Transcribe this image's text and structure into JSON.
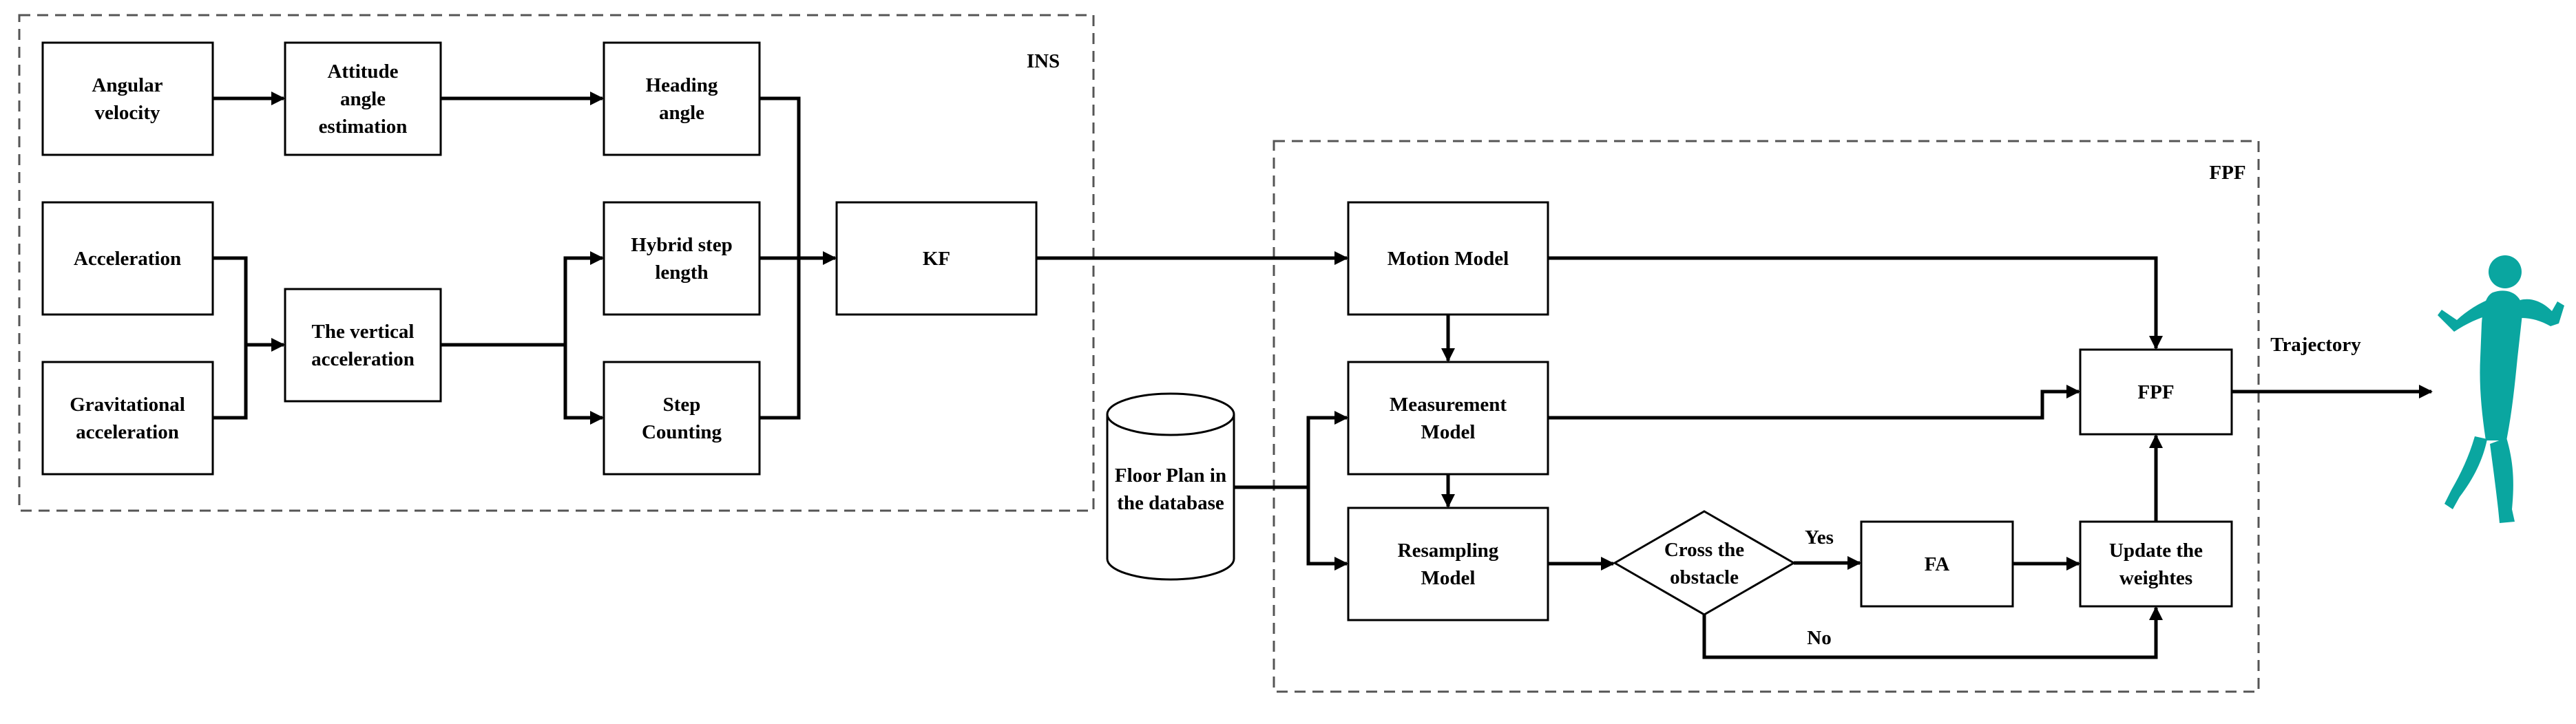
{
  "groups": {
    "ins": "INS",
    "fpf": "FPF"
  },
  "nodes": {
    "angular_velocity": [
      "Angular",
      "velocity"
    ],
    "attitude_estimation": [
      "Attitude",
      "angle",
      "estimation"
    ],
    "heading_angle": [
      "Heading",
      "angle"
    ],
    "acceleration": [
      "Acceleration"
    ],
    "gravitational_acceleration": [
      "Gravitational",
      "acceleration"
    ],
    "vertical_acceleration": [
      "The vertical",
      "acceleration"
    ],
    "hybrid_step_length": [
      "Hybrid step",
      "length"
    ],
    "step_counting": [
      "Step",
      "Counting"
    ],
    "kf": [
      "KF"
    ],
    "motion_model": [
      "Motion Model"
    ],
    "measurement_model": [
      "Measurement",
      "Model"
    ],
    "resampling_model": [
      "Resampling",
      "Model"
    ],
    "floor_plan": [
      "Floor Plan in",
      "the database"
    ],
    "cross_obstacle": [
      "Cross the",
      "obstacle"
    ],
    "fa": [
      "FA"
    ],
    "update_weights": [
      "Update the",
      "weightes"
    ],
    "fpf": [
      "FPF"
    ]
  },
  "edge_labels": {
    "yes": "Yes",
    "no": "No",
    "trajectory": "Trajectory"
  },
  "colors": {
    "person_figure": "#0aa6a0",
    "lines": "#000000",
    "group_border": "#555555"
  }
}
